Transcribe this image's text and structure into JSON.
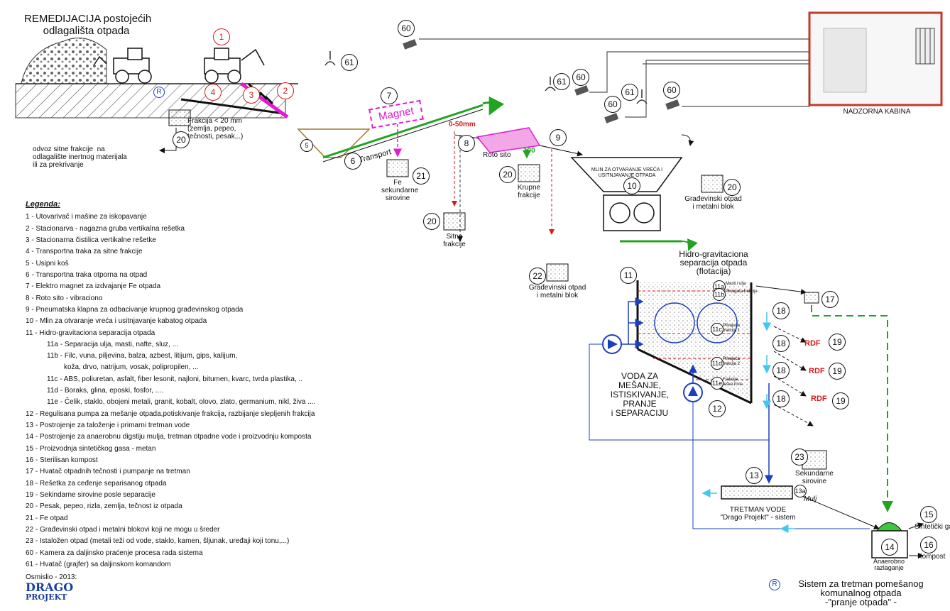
{
  "title": {
    "line1": "REMEDIJACIJA postojećih",
    "line2": "odlagališta otpada"
  },
  "labels": {
    "frakcija": "Frakcija < 20 mm\n(zemlja, pepeo,\ntečnosti, pesak,..)",
    "odvoz": "odvoz sitne frakcije  na\nodlagalište inertnog materijala\nili za prekrivanje",
    "magnet": "Magnet",
    "transport": "Transport",
    "fe_sek": "Fe\nsekundarne\nsirovine",
    "size_range": "0-50mm",
    "roto_sito": "Roto sito",
    "size_100": "100",
    "krupne": "Krupne\nfrakcije",
    "sitne": "Sitne\nfrakcije",
    "mlin": "MLIN ZA OTVARANJE VREĆA I\nUSITNJAVANJE OTPADA",
    "gradj_top": "Građevinski otpad\ni metalni blok",
    "gradj_mid": "Građevinski otpad\ni metalni blok",
    "hidro": "Hidro-gravitaciona\nseparacija otpada\n(flotacija)",
    "masti": "Masti i ulja",
    "pliv": "Plivajuća frakcija",
    "pliv1": "Plivajuća\nfrakcija 1",
    "pliv2": "Plivajuća\nfrakcija 2",
    "frak_teske": "Frakcije\nteške hrne",
    "voda": "VODA ZA\nMEŠANJE,\nISTISKIVANJE,\nPRANJE\ni SEPARACIJU",
    "rdf": "RDF",
    "sekund": "Sekundarne\nsirovine",
    "tretman": "TRETMAN VODE\n\"Drago Projekt\" - sistem",
    "mulj": "Mulj",
    "sintet": "Sintetički gas",
    "kompost": "Kompost",
    "anaerobno": "Anaerobno\nrazlaganje",
    "nadzorna": "NADZORNA KABINA",
    "r_letter": "R",
    "sistem": "Sistem za tretman pomešanog\nkomunalnog otpada\n-\"pranje otpada\" -",
    "osmislio": "Osmislio - 2013:",
    "logo1": "DRAGO",
    "logo2": "PROJEKT"
  },
  "numbers": {
    "n1": "1",
    "n2": "2",
    "n3": "3",
    "n4": "4",
    "n5": "5",
    "n6": "6",
    "n7": "7",
    "n8": "8",
    "n9": "9",
    "n10": "10",
    "n11": "11",
    "n11a": "11a",
    "n11b": "11b",
    "n11c": "11c",
    "n11d": "11d",
    "n11e": "11e",
    "n12": "12",
    "n13": "13",
    "n13a": "13a",
    "n14": "14",
    "n15": "15",
    "n16": "16",
    "n17": "17",
    "n18": "18",
    "n19": "19",
    "n20": "20",
    "n21": "21",
    "n22": "22",
    "n23": "23",
    "n60": "60",
    "n61": "61"
  },
  "legend": {
    "heading": "Legenda:",
    "items": [
      "1 - Utovarivač i mašine za iskopavanje",
      "2 - Stacionarva - nagazna gruba vertikalna rešetka",
      "3 - Stacionarna čistilica vertikalne rešetke",
      "4 - Transportna traka za sitne frakcije",
      "5 - Usipni koš",
      "6 - Transportna traka otporna na otpad",
      "7 - Elektro magnet za izdvajanje Fe otpada",
      "8 - Roto sito - vibraciono",
      "9 - Pneumatska klapna za odbacivanje krupnog građevinskog otpada",
      "10 - Mlin za otvaranje vreća i usitnjavanje kabatog otpada",
      "11 - Hidro-gravitaciona separacija otpada",
      "11a - Separacija ulja, masti, nafte, sluz, ...",
      "11b - Filc, vuna, piljevina, balza, azbest, litijum, gips,  kalijum,",
      "koža, drvo, natrijum, vosak, polipropilen, ...",
      "11c - ABS, poliuretan, asfalt, fiber lesonit, najloni, bitumen, kvarc, tvrda plastika, ..",
      "11d - Boraks, glina, eposki, fosfor, ....",
      "11e - Čelik, staklo, obojeni metali, granit, kobalt, olovo, zlato, germanium, nikl, živa  ....",
      "12 - Regulisana pumpa za mešanje otpada,potiskivanje frakcija, razbijanje slepljenih frakcija",
      "13 - Postrojenje za taloženje i primarni tretman vode",
      "14 - Postrojenje za anaerobnu digstiju mulja, tretman otpadne vode i proizvodnju komposta",
      "15 - Proizvodnja sintetičkog gasa - metan",
      "16 - Sterilisan kompost",
      "17 - Hvatač otpadnih tečnosti i pumpanje na tretman",
      "18 - Rešetka za ceđenje separisanog otpada",
      "19 - Sekindarne sirovine posle separacije",
      "20 - Pesak, pepeo, rizla, zemlja, tečnost iz otpada",
      "21 - Fe otpad",
      "22 - Građevinski otpad i metalni blokovi koji ne mogu u šreder",
      "23 - Istaložen otpad (metali teži od vode, staklo, kamen, šljunak, uređaji koji tonu,...)",
      "60 - Kamera za daljinsko praćenje procesa rada sistema",
      "61 - Hvatač (grajfer) sa daljinskom komandom"
    ]
  },
  "colors": {
    "magenta": "#e41ad4",
    "red": "#d61a1a",
    "green": "#22a422",
    "blue": "#1b3fbf",
    "cyan": "#43c7f0",
    "gray": "#555555"
  }
}
